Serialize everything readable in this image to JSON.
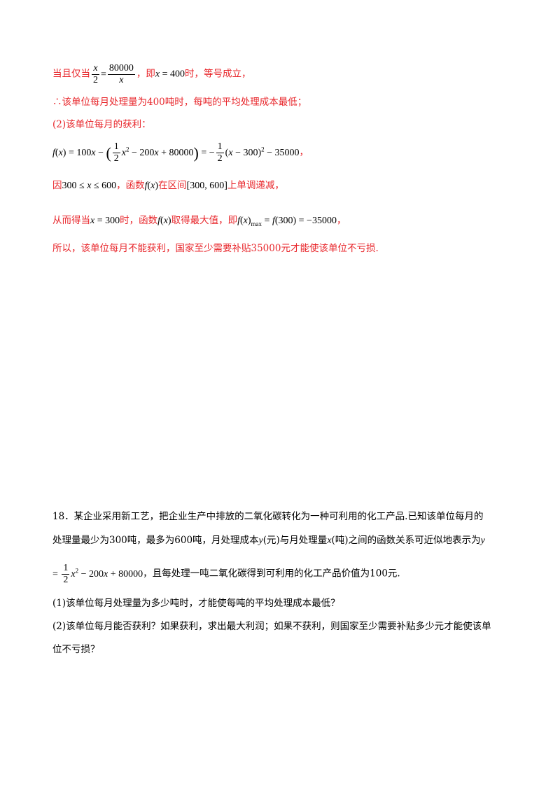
{
  "solution": {
    "l1_pre": "当且仅当",
    "l1_mid": "，即",
    "l1_post": "时，等号成立，",
    "l2": "∴该单位每月处理量为400吨时，每吨的平均处理成本最低；",
    "l3": "(2)该单位每月的获利：",
    "l5_pre": "因",
    "l5_mid1": "，函数",
    "l5_mid2": "在区间",
    "l5_post": "上单调递减，",
    "l6_pre": "从而得当",
    "l6_mid1": "时，函数",
    "l6_mid2": "取得最大值，即",
    "l6_post": "，",
    "l7": "所以，该单位每月不能获利，国家至少需要补贴35000元才能使该单位不亏损."
  },
  "question": {
    "line1": "18．某企业采用新工艺，把企业生产中排放的二氧化碳转化为一种可利用的化工产品.已知该单位每月的",
    "line2_a": "处理量最少为300吨，最多为600吨，月处理成本",
    "line2_b": "(元)与月处理量",
    "line2_c": "(吨)之间的函数关系可近似地表示为",
    "line3_post": "，且每处理一吨二氧化碳得到可利用的化工产品价值为100元.",
    "p1": "(1)该单位每月处理量为多少吨时，才能使每吨的平均处理成本最低？",
    "p2a": "(2)该单位每月能否获利？如果获利，求出最大利润；如果不获利，则国家至少需要补贴多少元才能使该单",
    "p2b": "位不亏损？"
  }
}
